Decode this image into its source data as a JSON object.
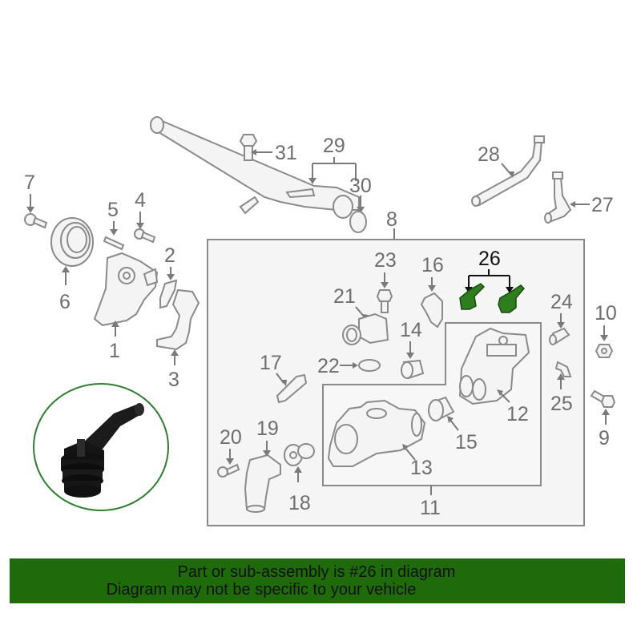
{
  "diagram": {
    "callouts": {
      "c1": "1",
      "c2": "2",
      "c3": "3",
      "c4": "4",
      "c5": "5",
      "c6": "6",
      "c7": "7",
      "c8": "8",
      "c9": "9",
      "c10": "10",
      "c11": "11",
      "c12": "12",
      "c13": "13",
      "c14": "14",
      "c15": "15",
      "c16": "16",
      "c17": "17",
      "c18": "18",
      "c19": "19",
      "c20": "20",
      "c21": "21",
      "c22": "22",
      "c23": "23",
      "c24": "24",
      "c25": "25",
      "c26": "26",
      "c27": "27",
      "c28": "28",
      "c29": "29",
      "c30": "30",
      "c31": "31"
    },
    "highlight_part": "26",
    "colors": {
      "highlight": "#2e7d1e",
      "banner": "#1f6b0c",
      "inset_ring": "#2f7d2f",
      "line": "#7a7a7a",
      "panel": "#f5f5f5"
    }
  },
  "inset": {
    "description": "black plastic elbow hose connector photo"
  },
  "banner": {
    "line1": "Part or sub-assembly is #26 in diagram",
    "line2": "Diagram may not be specific to your vehicle"
  }
}
